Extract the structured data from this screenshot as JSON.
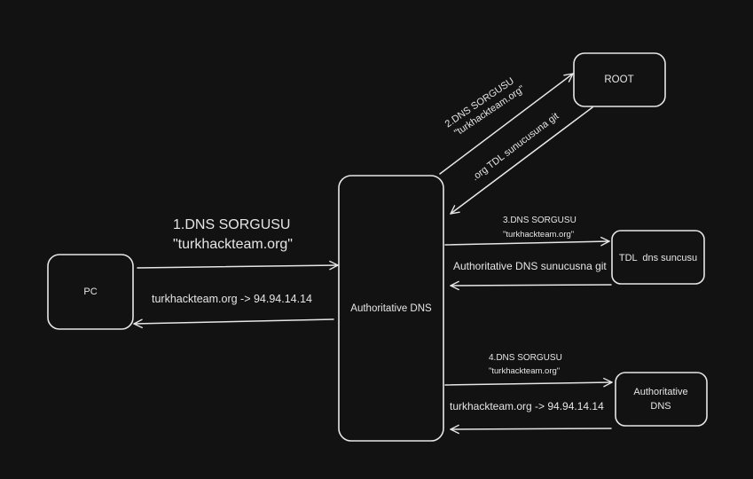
{
  "background_color": "#121212",
  "stroke_color": "#e6e6e6",
  "nodes": {
    "pc": "PC",
    "auth_dns_main": "Authoritative DNS",
    "root": "ROOT",
    "tdl": "TDL  dns suncusu",
    "auth_dns_2_line1": "Authoritative",
    "auth_dns_2_line2": "DNS"
  },
  "edges": {
    "pc_query_line1": "1.DNS SORGUSU",
    "pc_query_line2": "\"turkhackteam.org\"",
    "pc_response": "turkhackteam.org -> 94.94.14.14",
    "root_query_line1": "2.DNS SORGUSU",
    "root_query_line2": "\"turkhackteam.org\"",
    "root_response": ".org TDL sunucusuna git",
    "tdl_query_line1": "3.DNS SORGUSU",
    "tdl_query_line2": "\"turkhackteam.org\"",
    "tdl_response": "Authoritative DNS sunucusna git",
    "auth_query_line1": "4.DNS SORGUSU",
    "auth_query_line2": "\"turkhackteam.org\"",
    "auth_response": "turkhackteam.org -> 94.94.14.14"
  }
}
